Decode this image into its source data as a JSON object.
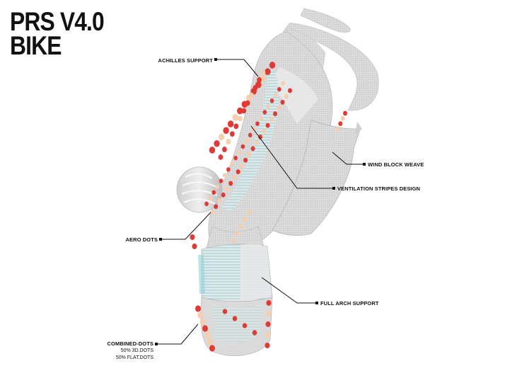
{
  "title": {
    "line1": "PRS V4.0",
    "line2": "BIKE"
  },
  "labels": {
    "achilles": "ACHILLES SUPPORT",
    "wind": "WIND BLOCK WEAVE",
    "ventilation": "VENTILATION STRIPES DESIGN",
    "aero": "AERO DOTS",
    "arch": "FULL ARCH SUPPORT",
    "combined": "COMBINED-DOTS",
    "combined_line2": "50% 3D.DOTS",
    "combined_line3": "50% FLAT.DOTS"
  },
  "colors": {
    "sock_fabric": "#d9d9d9",
    "sock_shadow": "#b8b8b8",
    "dot_red": "#e03a35",
    "dot_peach": "#f3cfae",
    "stripe_teal": "#8fd3dc",
    "text": "#111111"
  }
}
